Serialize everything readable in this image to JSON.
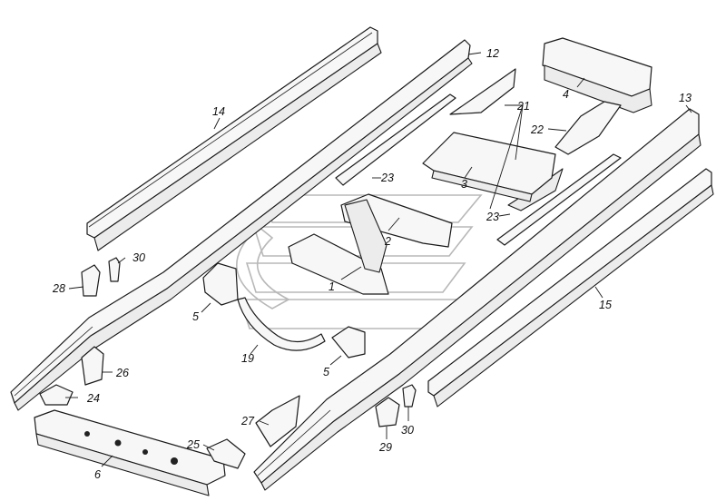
{
  "labels": {
    "l1": "1",
    "l2": "2",
    "l3": "3",
    "l4": "4",
    "l5a": "5",
    "l5b": "5",
    "l6": "6",
    "l12": "12",
    "l13": "13",
    "l14": "14",
    "l15": "15",
    "l19": "19",
    "l21": "21",
    "l22": "22",
    "l23a": "23",
    "l23b": "23",
    "l24": "24",
    "l25": "25",
    "l26": "26",
    "l27": "27",
    "l28": "28",
    "l29": "29",
    "l30a": "30",
    "l30b": "30"
  }
}
